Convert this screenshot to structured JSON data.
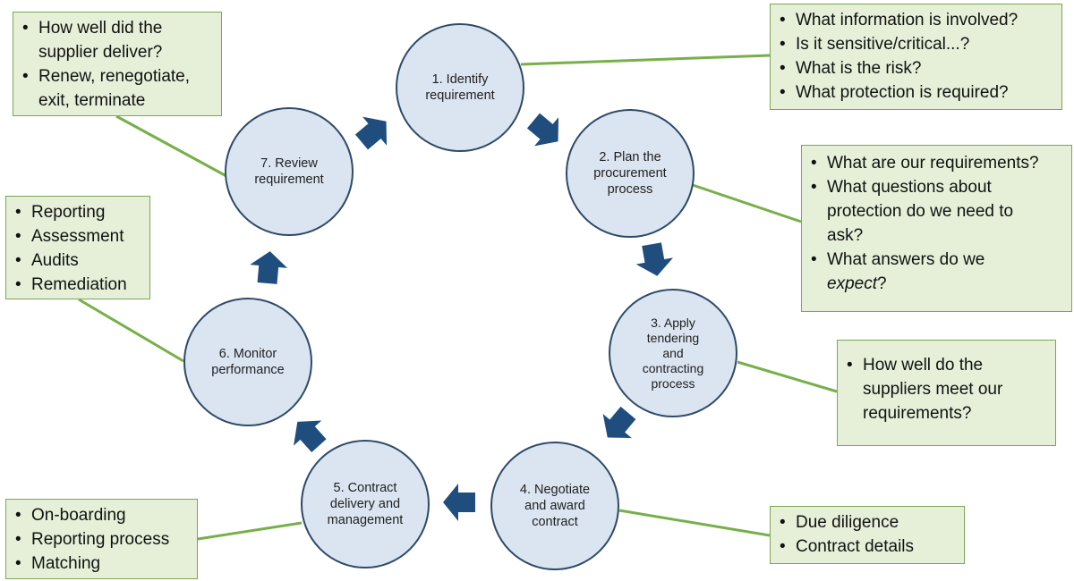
{
  "steps": [
    {
      "id": "s1",
      "label": "1. Identify\nrequirement"
    },
    {
      "id": "s2",
      "label": "2. Plan the\nprocurement\nprocess"
    },
    {
      "id": "s3",
      "label": "3. Apply\ntendering\nand\ncontracting\nprocess"
    },
    {
      "id": "s4",
      "label": "4. Negotiate\nand award\ncontract"
    },
    {
      "id": "s5",
      "label": "5. Contract\ndelivery and\nmanagement"
    },
    {
      "id": "s6",
      "label": "6. Monitor\nperformance"
    },
    {
      "id": "s7",
      "label": "7. Review\nrequirement"
    }
  ],
  "notes": {
    "s1": [
      "What information is involved?",
      "Is it sensitive/critical...?",
      "What is the risk?",
      "What protection is required?"
    ],
    "s2": [
      "What are our requirements?",
      "What questions about protection do we need to ask?",
      "What answers do we expect?"
    ],
    "s3": [
      "How well do the suppliers meet our requirements?"
    ],
    "s4": [
      "Due diligence",
      "Contract details"
    ],
    "s5": [
      "On-boarding",
      "Reporting process",
      "Matching"
    ],
    "s6": [
      "Reporting",
      "Assessment",
      "Audits",
      "Remediation"
    ],
    "s7": [
      "How well did the supplier deliver?",
      "Renew, renegotiate, exit, terminate"
    ]
  },
  "colors": {
    "circle_fill": "#dbe5f1",
    "circle_border": "#2e4a67",
    "note_fill": "#e6f0d9",
    "note_border": "#7aa851",
    "connector": "#77b04a",
    "arrow": "#1f4e7e"
  }
}
